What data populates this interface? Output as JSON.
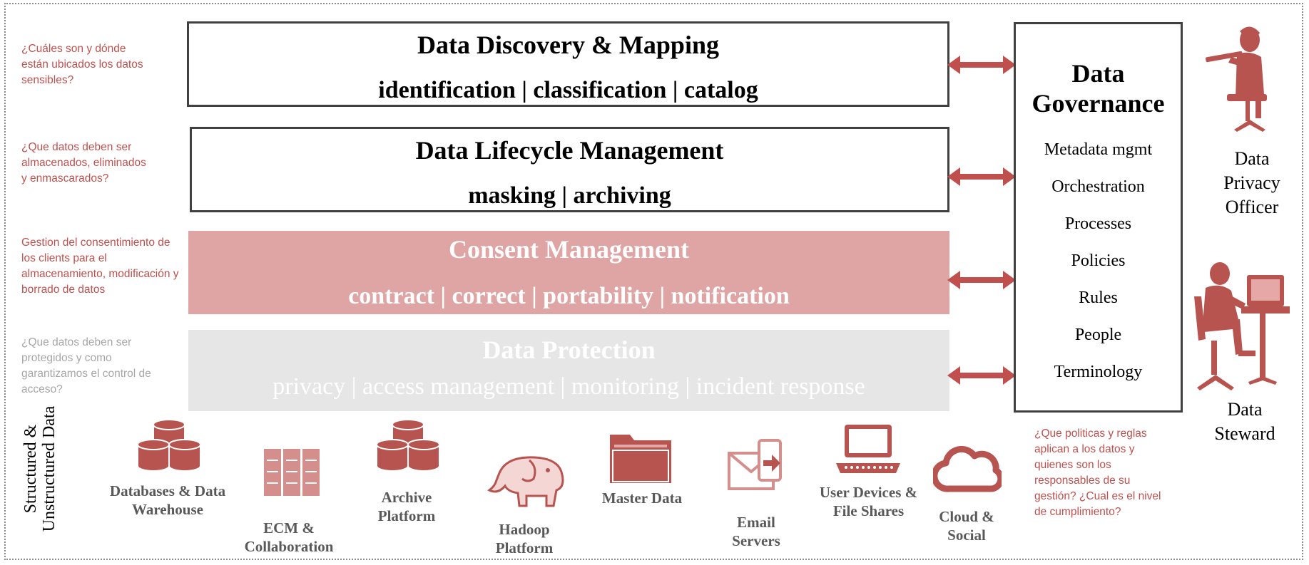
{
  "questions": {
    "q1": "¿Cuáles son y dónde están ubicados los datos sensibles?",
    "q2": "¿Que datos deben ser almacenados, eliminados y enmascarados?",
    "q3": "Gestion del consentimiento de los clients para el almacenamiento, modificación y borrado de datos",
    "q4": "¿Que datos deben ser protegidos y como garantizamos el control de acceso?",
    "q5": "¿Que politicas y reglas aplican a los datos y quienes son los responsables de su gestión? ¿Cual es el nivel de cumplimiento?"
  },
  "layers": [
    {
      "title": "Data Discovery & Mapping",
      "subtitle": "identification | classification | catalog"
    },
    {
      "title": "Data Lifecycle Management",
      "subtitle": "masking | archiving"
    },
    {
      "title": "Consent Management",
      "subtitle": "contract | correct | portability | notification"
    },
    {
      "title": "Data Protection",
      "subtitle": "privacy | access management | monitoring | incident response"
    }
  ],
  "governance": {
    "title": "Data Governance",
    "items": [
      "Metadata mgmt",
      "Orchestration",
      "Processes",
      "Policies",
      "Rules",
      "People",
      "Terminology"
    ]
  },
  "roles": {
    "officer": "Data Privacy Officer",
    "steward": "Data Steward"
  },
  "sources": {
    "vertical_label": "Structured & Unstructured Data",
    "databases": "Databases & Data Warehouse",
    "ecm": "ECM & Collaboration",
    "archive": "Archive Platform",
    "hadoop": "Hadoop Platform",
    "master": "Master Data",
    "email": "Email Servers",
    "devices": "User Devices & File Shares",
    "cloud": "Cloud & Social"
  },
  "colors": {
    "accent": "#c0504d",
    "icon": "#b85450",
    "consent_fill": "#dea5a4",
    "protection_fill": "#e6e6e6",
    "question_gray": "#a6a6a6"
  }
}
